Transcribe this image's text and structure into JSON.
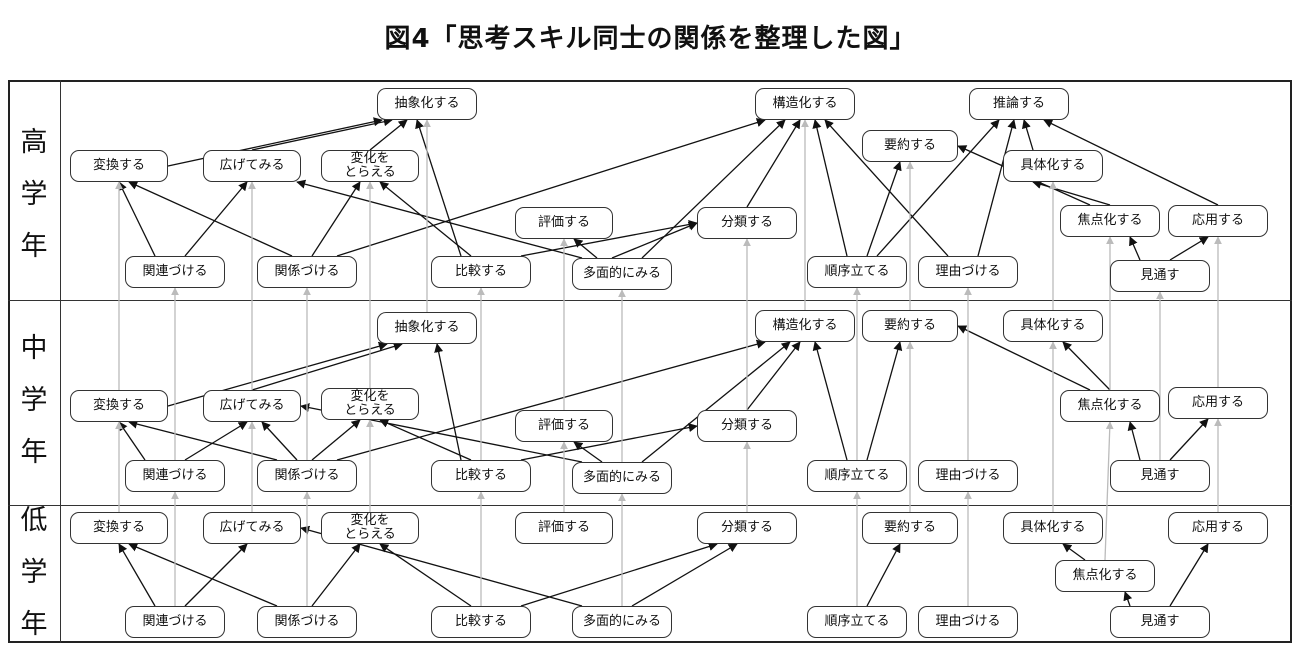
{
  "title": "図4「思考スキル同士の関係を整理した図」",
  "grades": {
    "upper": "高学年",
    "middle": "中学年",
    "lower": "低学年"
  },
  "colors": {
    "edge_main": "#111111",
    "edge_cross": "#bbbbbb",
    "node_border": "#333333"
  },
  "nodes": {
    "upper": {
      "abstract": "抽象化する",
      "structure": "構造化する",
      "infer": "推論する",
      "transform": "変換する",
      "broaden": "広げてみる",
      "change": "変化を\nとらえる",
      "summarize": "要約する",
      "concretize": "具体化する",
      "evaluate": "評価する",
      "classify": "分類する",
      "focus": "焦点化する",
      "apply": "応用する",
      "relate": "関連づける",
      "connect": "関係づける",
      "compare": "比較する",
      "multi": "多面的にみる",
      "order": "順序立てる",
      "reason": "理由づける",
      "foresee": "見通す"
    },
    "middle": {
      "abstract": "抽象化する",
      "structure": "構造化する",
      "summarize": "要約する",
      "concretize": "具体化する",
      "transform": "変換する",
      "broaden": "広げてみる",
      "change": "変化を\nとらえる",
      "focus": "焦点化する",
      "apply": "応用する",
      "evaluate": "評価する",
      "classify": "分類する",
      "relate": "関連づける",
      "connect": "関係づける",
      "compare": "比較する",
      "multi": "多面的にみる",
      "order": "順序立てる",
      "reason": "理由づける",
      "foresee": "見通す"
    },
    "lower": {
      "transform": "変換する",
      "broaden": "広げてみる",
      "change": "変化を\nとらえる",
      "evaluate": "評価する",
      "classify": "分類する",
      "summarize": "要約する",
      "concretize": "具体化する",
      "apply": "応用する",
      "focus": "焦点化する",
      "relate": "関連づける",
      "connect": "関係づける",
      "compare": "比較する",
      "multi": "多面的にみる",
      "order": "順序立てる",
      "reason": "理由づける",
      "foresee": "見通す"
    }
  }
}
